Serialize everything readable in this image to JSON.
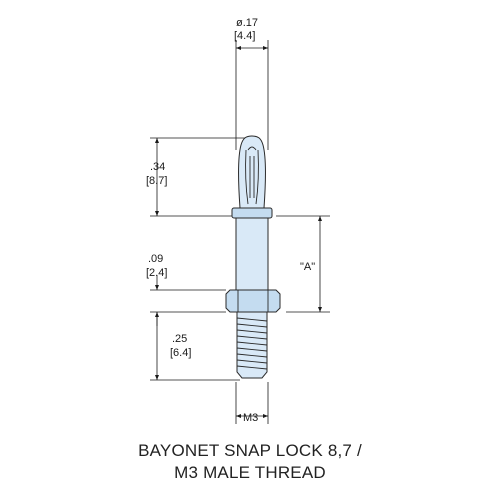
{
  "dimensions": {
    "diameter_top": {
      "in": "ø.17",
      "mm": "[4.4]"
    },
    "snap_height": {
      "in": ".34",
      "mm": "[8.7]"
    },
    "hex_height": {
      "in": ".09",
      "mm": "[2.4]"
    },
    "thread_length": {
      "in": ".25",
      "mm": "[6.4]"
    },
    "body_length": {
      "label": "\"A\""
    },
    "thread_size": {
      "label": "M3"
    }
  },
  "caption": {
    "line1": "BAYONET SNAP LOCK 8,7 /",
    "line2": "M3 MALE THREAD"
  },
  "colors": {
    "part_fill": "#d9e9f7",
    "line": "#1a1a1a"
  }
}
